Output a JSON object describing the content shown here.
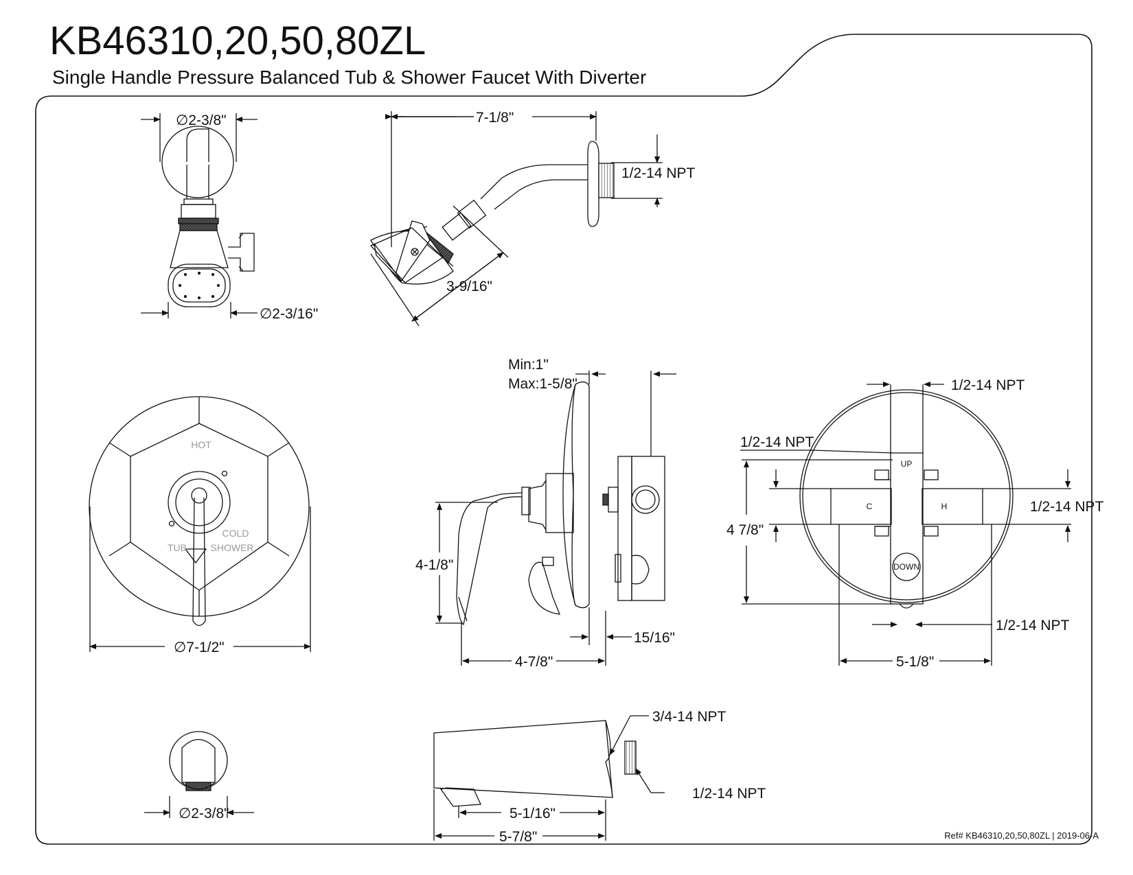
{
  "header": {
    "model": "KB46310,20,50,80ZL",
    "description": "Single Handle Pressure Balanced Tub & Shower Faucet With Diverter"
  },
  "dimensions": {
    "showerhead_flange_dia": "∅2-3/8\"",
    "showerhead_face_dia": "∅2-3/16\"",
    "shower_arm_reach": "7-1/8\"",
    "shower_arm_thread": "1/2-14 NPT",
    "showerhead_length": "3-9/16\"",
    "wall_thickness": "Min:1\"\nMax:1-5/8\"",
    "wall_thickness_min": "Min:1\"",
    "wall_thickness_max": "Max:1-5/8\"",
    "lever_height": "4-1/8\"",
    "lever_projection": "4-7/8\"",
    "trim_depth": "15/16\"",
    "escutcheon_dia": "∅7-1/2\"",
    "valve_top_port": "1/2-14 NPT",
    "valve_left_port": "1/2-14 NPT",
    "valve_right_port": "1/2-14 NPT",
    "valve_bottom_port": "1/2-14 NPT",
    "valve_height": "4 7/8\"",
    "valve_width": "5-1/8\"",
    "spout_inlet": "3/4-14 NPT",
    "spout_adapter": "1/2-14 NPT",
    "spout_reach_outlet": "5-1/16\"",
    "spout_length": "5-7/8\"",
    "spout_flange_dia": "∅2-3/8\""
  },
  "labels": {
    "hot": "HOT",
    "cold": "COLD",
    "tub": "TUB",
    "shower": "SHOWER",
    "up": "UP",
    "down": "DOWN",
    "c": "C",
    "h": "H"
  },
  "footer": {
    "reference": "Ref# KB46310,20,50,80ZL | 2019-06-A"
  }
}
